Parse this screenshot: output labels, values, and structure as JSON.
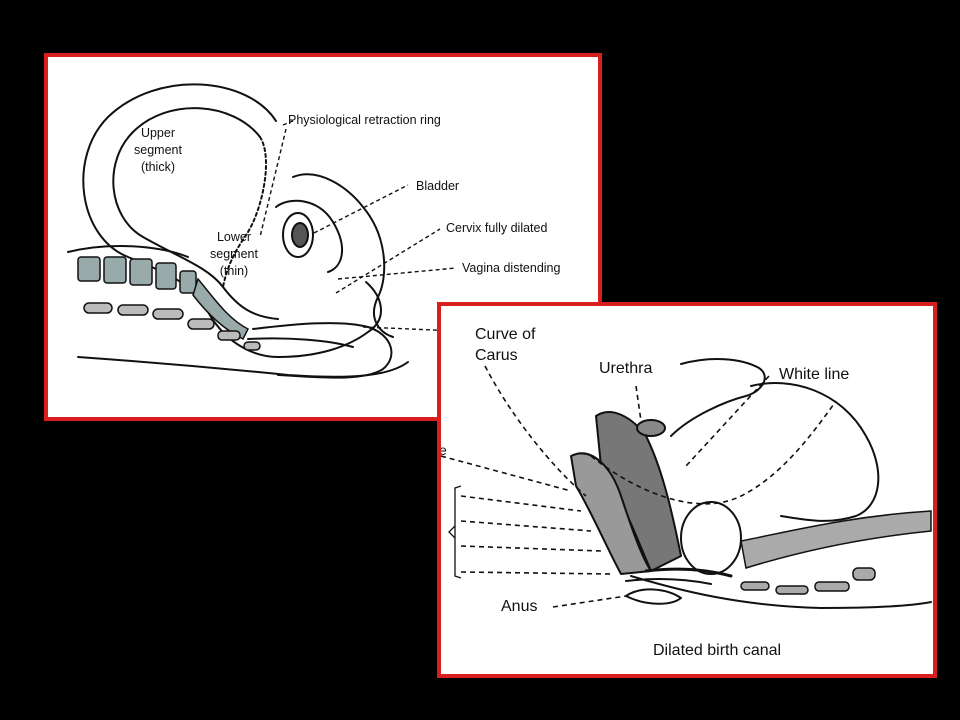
{
  "panel1": {
    "labels": {
      "upper_segment": "Upper\nsegment\n(thick)",
      "lower_segment": "Lower\nsegment\n(thin)",
      "retraction_ring": "Physiological retraction ring",
      "bladder": "Bladder",
      "cervix": "Cervix fully dilated",
      "vagina": "Vagina distending"
    }
  },
  "panel2": {
    "labels": {
      "curve_of_carus": "Curve of\nCarus",
      "urethra": "Urethra",
      "white_line": "White line",
      "anus": "Anus",
      "caption": "Dilated birth canal",
      "cut_letter": "e"
    }
  },
  "colors": {
    "border": "#d91e1e",
    "background": "#000000",
    "panel": "#ffffff",
    "ink": "#111111"
  }
}
